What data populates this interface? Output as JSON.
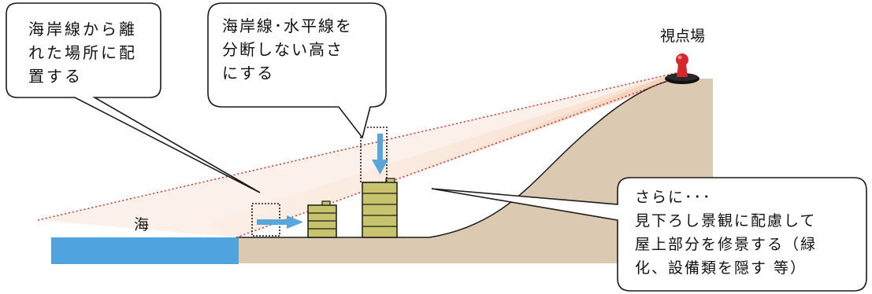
{
  "callouts": {
    "left": {
      "lines": [
        "海岸線から離",
        "れた場所に配",
        "置する"
      ]
    },
    "top": {
      "lines": [
        "海岸線･水平線を",
        "分断しない高さ",
        "にする"
      ]
    },
    "right": {
      "lines": [
        "さらに･･･",
        "見下ろし景観に配慮して",
        "屋上部分を修景する（緑",
        "化、設備類を隠す 等）"
      ]
    }
  },
  "labels": {
    "viewpoint": "視点場",
    "sea": "海"
  },
  "colors": {
    "sea": "#4fa3de",
    "land": "#dcc9b2",
    "land_edge": "#1a1a1a",
    "sightline": "#d23a3a",
    "cone_fill": "#f6d9c4",
    "building_fill": "#c8c46e",
    "arrow": "#5aa6da",
    "viewpoint_marker": "#d7262c"
  },
  "icons": {
    "viewpoint": "viewpoint-marker-icon",
    "move_arrow": "arrow-right-icon",
    "lower_arrow": "arrow-down-icon"
  }
}
